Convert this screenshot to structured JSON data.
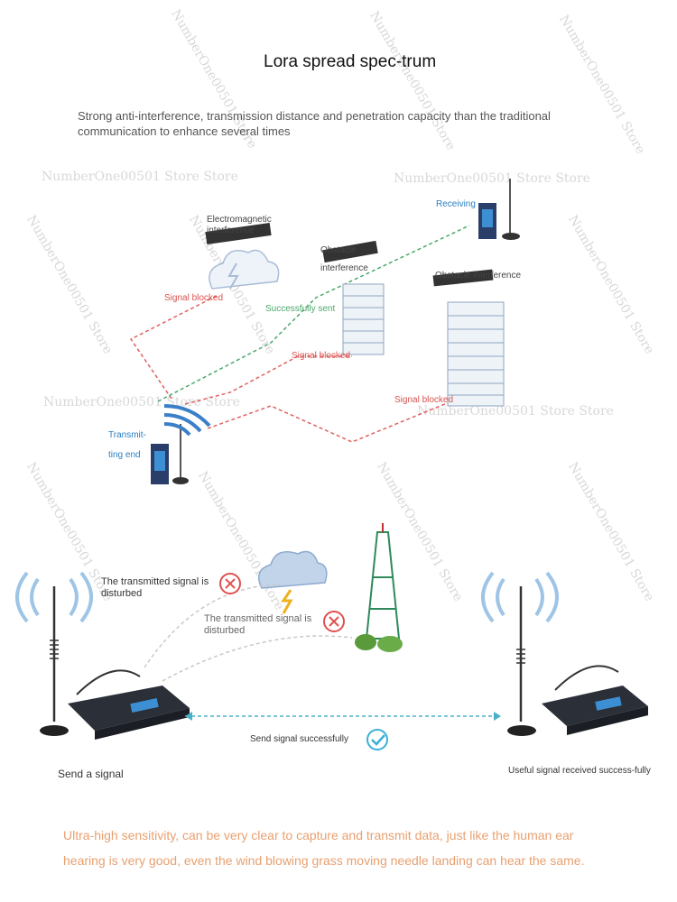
{
  "title": "Lora spread spec-trum",
  "subtitle": "Strong anti-interference, transmission distance and penetration capacity than the traditional communication to enhance several times",
  "watermark": "NumberOne00501 Store Store",
  "watermark_rot": "NumberOne00501 Store",
  "diagram1": {
    "electromagnetic": "Electromagnetic interference",
    "obstacle1": "Obstacle interference",
    "obstacle2": "Obstacle interference",
    "receiving": "Receiving",
    "signal_blocked_1": "Signal blocked",
    "successfully_sent": "Successfully sent",
    "signal_blocked_2": "Signal blocked",
    "signal_blocked_3": "Signal blocked",
    "transmitting_end": "Transmit-ting end"
  },
  "diagram2": {
    "disturbed_1": "The transmitted signal is disturbed",
    "disturbed_2": "The transmitted signal is disturbed",
    "send_success": "Send signal successfully",
    "send_signal": "Send a signal",
    "received": "Useful signal received success-fully"
  },
  "bottom_line1": "Ultra-high sensitivity, can be very clear to capture and transmit data, just like the human ear",
  "bottom_line2": "hearing is very good, even the wind blowing grass moving needle landing can hear the same.",
  "colors": {
    "blocked": "#d9534f",
    "success": "#4aa86a",
    "bottom_text": "#e8a070",
    "accent": "#2a7fc0"
  }
}
